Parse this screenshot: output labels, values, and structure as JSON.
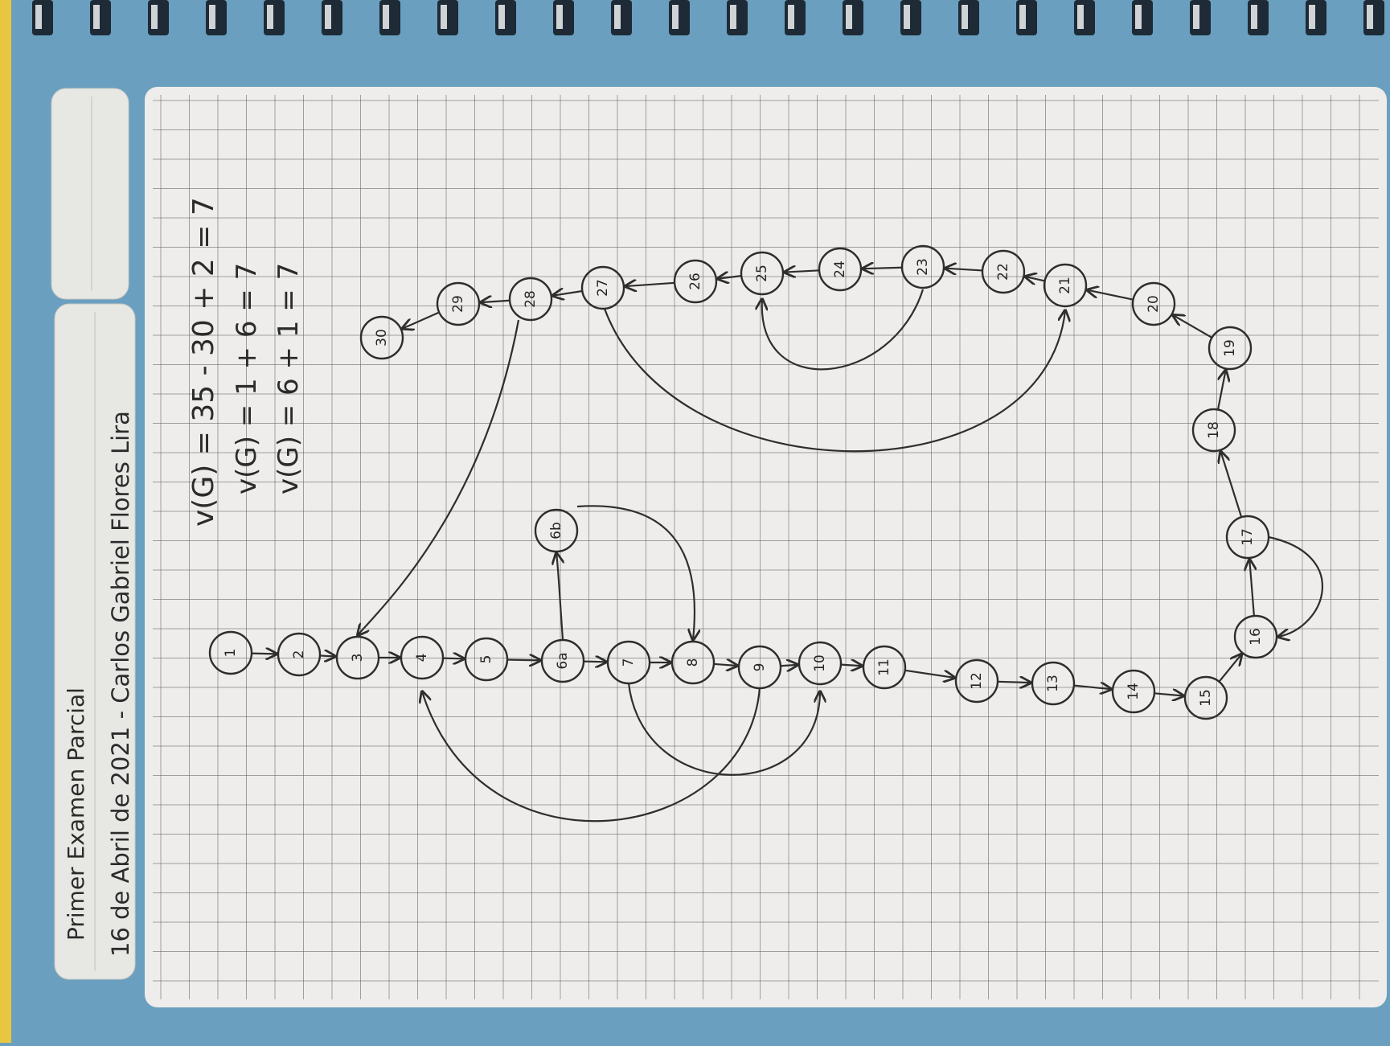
{
  "header": {
    "title": "Primer Examen Parcial",
    "subtitle": "16 de Abril de 2021 - Carlos Gabriel Flores Lira"
  },
  "formulas": [
    "v(G) = 35 - 30 + 2 = 7",
    "v(G) = 1 + 6 = 7",
    "v(G) = 6 + 1 = 7"
  ],
  "nodes": [
    "1",
    "2",
    "3",
    "4",
    "5",
    "6a",
    "6b",
    "7",
    "8",
    "9",
    "10",
    "11",
    "12",
    "13",
    "14",
    "15",
    "16",
    "17",
    "18",
    "19",
    "20",
    "21",
    "22",
    "23",
    "24",
    "25",
    "26",
    "27",
    "28",
    "29",
    "30"
  ],
  "edges": [
    [
      "1",
      "2"
    ],
    [
      "2",
      "3"
    ],
    [
      "3",
      "4"
    ],
    [
      "4",
      "5"
    ],
    [
      "5",
      "6a"
    ],
    [
      "6a",
      "6b"
    ],
    [
      "6a",
      "7"
    ],
    [
      "7",
      "8"
    ],
    [
      "6b",
      "8"
    ],
    [
      "8",
      "9"
    ],
    [
      "9",
      "10"
    ],
    [
      "7",
      "10"
    ],
    [
      "9",
      "4"
    ],
    [
      "10",
      "11"
    ],
    [
      "11",
      "12"
    ],
    [
      "12",
      "13"
    ],
    [
      "13",
      "14"
    ],
    [
      "14",
      "15"
    ],
    [
      "15",
      "16"
    ],
    [
      "16",
      "17"
    ],
    [
      "17",
      "16"
    ],
    [
      "17",
      "18"
    ],
    [
      "18",
      "19"
    ],
    [
      "19",
      "20"
    ],
    [
      "20",
      "21"
    ],
    [
      "21",
      "22"
    ],
    [
      "22",
      "23"
    ],
    [
      "23",
      "24"
    ],
    [
      "24",
      "25"
    ],
    [
      "23",
      "25"
    ],
    [
      "25",
      "26"
    ],
    [
      "26",
      "27"
    ],
    [
      "27",
      "21"
    ],
    [
      "27",
      "28"
    ],
    [
      "28",
      "3"
    ],
    [
      "28",
      "29"
    ],
    [
      "29",
      "30"
    ]
  ],
  "colors": {
    "cover": "#6a9fbf",
    "paper": "#eeedeb",
    "ink": "#2b2b2b",
    "grid": "#5f5f5f"
  }
}
